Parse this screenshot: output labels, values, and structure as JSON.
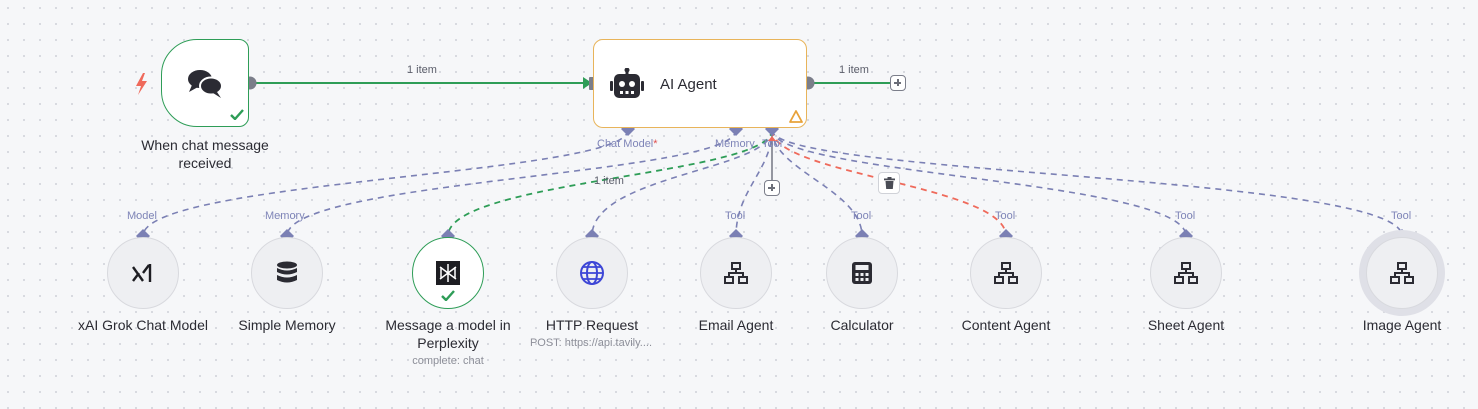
{
  "trigger": {
    "label": "When chat message received",
    "icon": "chat-bubbles-icon",
    "status": "success"
  },
  "agent": {
    "title": "AI Agent",
    "icon": "robot-icon",
    "warning": true,
    "handles": {
      "chat_model": "Chat Model",
      "chat_model_required": "*",
      "memory": "Memory",
      "tool": "Tool"
    }
  },
  "connections": {
    "trigger_to_agent": "1 item",
    "agent_output": "1 item",
    "tool_link": "1 item"
  },
  "sub_nodes": [
    {
      "id": "xai",
      "label": "xAI Grok Chat Model",
      "handle": "Model",
      "icon": "xai-logo-icon"
    },
    {
      "id": "memory",
      "label": "Simple Memory",
      "handle": "Memory",
      "icon": "database-icon"
    },
    {
      "id": "perplexity",
      "label": "Message a model in Perplexity",
      "subtitle": "complete: chat",
      "icon": "perplexity-logo-icon",
      "status": "success"
    },
    {
      "id": "http",
      "label": "HTTP Request",
      "subtitle": "POST: https://api.tavily....",
      "icon": "globe-icon"
    },
    {
      "id": "email",
      "label": "Email Agent",
      "handle": "Tool",
      "icon": "workflow-icon"
    },
    {
      "id": "calc",
      "label": "Calculator",
      "handle": "Tool",
      "icon": "calculator-icon"
    },
    {
      "id": "content",
      "label": "Content Agent",
      "handle": "Tool",
      "icon": "workflow-icon"
    },
    {
      "id": "sheet",
      "label": "Sheet Agent",
      "handle": "Tool",
      "icon": "workflow-icon"
    },
    {
      "id": "image",
      "label": "Image Agent",
      "handle": "Tool",
      "icon": "workflow-icon",
      "selected": true
    }
  ],
  "colors": {
    "success": "#2e9d57",
    "warning": "#e8b45a",
    "sub_wire": "#7b80b4",
    "delete_wire": "#ef6a5b",
    "handle": "#7b80b4"
  }
}
